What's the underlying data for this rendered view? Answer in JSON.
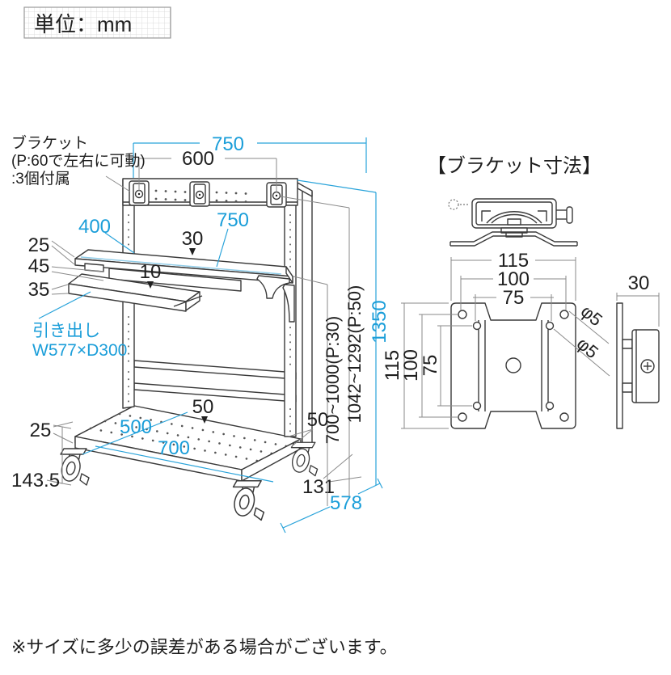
{
  "meta": {
    "unit_label": "単位：mm",
    "note": "※サイズに多少の誤差がある場合がございます。"
  },
  "colors": {
    "blue": "#1b9ed9",
    "light_blue": "#8fcce8",
    "line": "#3a3a3a",
    "dim_gray": "#8a8a8a"
  },
  "cart": {
    "bracket_label": {
      "l1": "ブラケット",
      "l2": "(P:60で左右に可動)",
      "l3": ":3個付属"
    },
    "drawer_label": {
      "l1": "引き出し",
      "l2": "W577×D300"
    },
    "dims": {
      "top_width": "750",
      "bracket_pitch": "600",
      "desk_depth": "400",
      "desk_width": "750",
      "clearance_30": "30",
      "clearance_10": "10",
      "desk_top_thickness": "25",
      "drawer_height": "45",
      "tray_thickness": "35",
      "shelf_50": "50",
      "shelf_depth_500": "500",
      "shelf_width_700": "700",
      "frame_25": "25",
      "caster_height": "143.5",
      "rear_50": "50",
      "rear_offset_131": "131",
      "depth_578": "578",
      "desk_height_range": "700~1000(P:30)",
      "bracket_height_range": "1042~1292(P:50)",
      "total_height": "1350"
    }
  },
  "bracket": {
    "title": "【ブラケット寸法】",
    "dims": {
      "w115": "115",
      "w100": "100",
      "w75": "75",
      "v115": "115",
      "v100": "100",
      "v75": "75",
      "hole1": "φ5",
      "hole2": "φ5",
      "depth30": "30"
    }
  }
}
